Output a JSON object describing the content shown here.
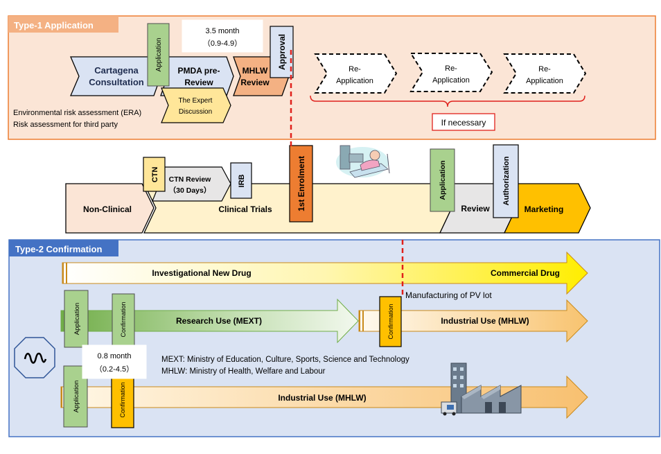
{
  "type1": {
    "title": "Type-1 Application",
    "cartagena": [
      "Cartagena",
      "Consultation"
    ],
    "application": "Application",
    "pmda": [
      "PMDA pre-",
      "Review"
    ],
    "mhlw": [
      "MHLW",
      "Review"
    ],
    "approval": "Approval",
    "expert": [
      "The Expert",
      "Discussion"
    ],
    "duration": [
      "3.5 month",
      "（0.9-4.9）"
    ],
    "reapplication": [
      "Re-",
      "Application"
    ],
    "if_necessary": "If necessary",
    "notes": [
      "Environmental risk assessment (ERA)",
      "Risk assessment for third party"
    ]
  },
  "timeline": {
    "non_clinical": "Non-Clinical",
    "clinical_trials": "Clinical Trials",
    "ctn": "CTN",
    "ctn_review": [
      "CTN Review",
      "（30 Days）"
    ],
    "irb": "IRB",
    "first_enrolment": "1st Enrolment",
    "application": "Application",
    "review": "Review",
    "authorization": "Authorization",
    "marketing": "Marketing"
  },
  "type2": {
    "title": "Type-2 Confirmation",
    "ind": "Investigational New Drug",
    "commercial": "Commercial Drug",
    "pv_lot": "Manufacturing of PV lot",
    "application": "Application",
    "confirmation": "Confirmation",
    "research_use": "Research Use  (MEXT)",
    "industrial_use": "Industrial Use (MHLW)",
    "duration": [
      "0.8 month",
      "（0.2-4.5）"
    ],
    "legend": [
      "MEXT: Ministry of Education, Culture, Sports, Science and Technology",
      "MHLW: Ministry of Health, Welfare and Labour"
    ]
  },
  "colors": {
    "type1_bg": "#fbe5d6",
    "type1_border": "#ed7d31",
    "type2_bg": "#dae3f3",
    "type2_border": "#4472c4",
    "blue_box": "#dae3f3",
    "green_box": "#a9d18e",
    "yellow_box": "#ffe699",
    "orange_box": "#ed7d31",
    "marketing": "#ffc000",
    "red_dash": "#e0201b"
  }
}
